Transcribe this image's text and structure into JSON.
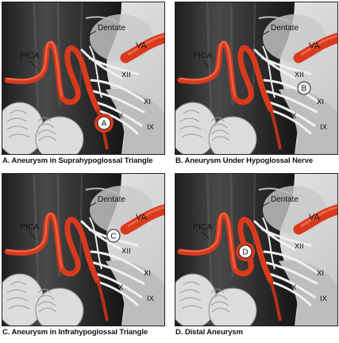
{
  "labels": {
    "dentate": "Dentate",
    "va": "VA",
    "pica": "PICA",
    "xii": "XII",
    "xi": "XI",
    "x": "X",
    "ix": "IX"
  },
  "panels": [
    {
      "marker": "A",
      "caption": "A. Aneurysm in Suprahypoglossal Triangle"
    },
    {
      "marker": "B",
      "caption": "B. Aneurysm Under Hypoglossal Nerve"
    },
    {
      "marker": "C",
      "caption": "C. Aneurysm in Infrahypoglossal Triangle"
    },
    {
      "marker": "D",
      "caption": "D. Distal Aneurysm"
    }
  ],
  "colors": {
    "artery": "#d83a1e",
    "artery_dark": "#9c1e0c",
    "brainstem": "#3a3a3a",
    "tissue": "#d7d7d7",
    "nerve": "#f1f1f1"
  }
}
